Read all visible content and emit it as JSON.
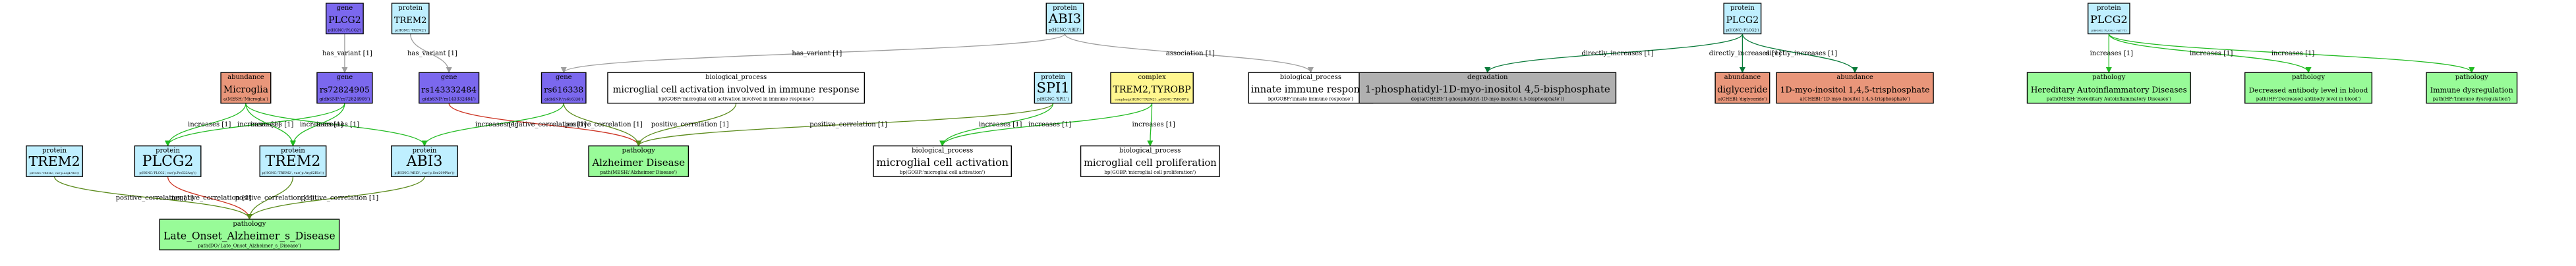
{
  "nodes": [
    {
      "id": "plcg2_top",
      "type": "gene",
      "label": "PLCG2",
      "sub": "p(HGNC:'PLCG2')",
      "color": "#7b68ee"
    },
    {
      "id": "trem2_top",
      "type": "protein",
      "label": "TREM2",
      "sub": "p(HGNC:'TREM2')",
      "color": "#bfefff"
    },
    {
      "id": "abi3_top",
      "type": "protein",
      "label": "ABI3",
      "sub": "p(HGNC:'ABI3')",
      "color": "#bfefff"
    },
    {
      "id": "microglia",
      "type": "abundance",
      "label": "Microglia",
      "sub": "a(MESH:'Microglia')",
      "color": "#e9967a"
    },
    {
      "id": "rs72824905",
      "type": "gene",
      "label": "rs72824905",
      "sub": "g(dbSNP:'rs72824905')",
      "color": "#7b68ee"
    },
    {
      "id": "rs143332484",
      "type": "gene",
      "label": "rs143332484",
      "sub": "g(dbSNP:'rs143332484')",
      "color": "#7b68ee"
    },
    {
      "id": "rs616338",
      "type": "gene",
      "label": "rs616338",
      "sub": "g(dbSNP:'rs616338')",
      "color": "#7b68ee"
    },
    {
      "id": "bp_mic_act_imm",
      "type": "biological_process",
      "label": "microglial cell activation involved in immune response",
      "sub": "bp(GOBP:'microglial cell activation involved in immune response')",
      "color": "#ffffff"
    },
    {
      "id": "sp1",
      "type": "protein",
      "label": "SPI1",
      "sub": "p(HGNC:'SPI1')",
      "color": "#bfefff"
    },
    {
      "id": "trem2_tyrobp",
      "type": "complex",
      "label": "TREM2,TYROBP",
      "sub": "complex(p(HGNC:'TREM2'), p(HGNC:'TYROBP'))",
      "color": "#fff68f"
    },
    {
      "id": "bp_innate",
      "type": "biological_process",
      "label": "innate immune response",
      "sub": "bp(GOBP:'innate immune response')",
      "color": "#ffffff"
    },
    {
      "id": "degradation",
      "type": "degradation",
      "label": "1-phosphatidyl-1D-myo-inositol 4,5-bisphosphate",
      "sub": "deg(a(CHEBI:'1-phosphatidyl-1D-myo-inositol 4,5-bisphosphate'))",
      "color": "#b0b0b0"
    },
    {
      "id": "plcg2_r",
      "type": "protein",
      "label": "PLCG2",
      "sub": "p(HGNC:'PLCG2')",
      "color": "#bfefff"
    },
    {
      "id": "diglyceride",
      "type": "abundance",
      "label": "diglyceride",
      "sub": "a(CHEBI:'diglyceride')",
      "color": "#e9967a"
    },
    {
      "id": "ip3",
      "type": "abundance",
      "label": "1D-myo-inositol 1,4,5-trisphosphate",
      "sub": "a(CHEBI:'1D-myo-inositol 1,4,5-trisphosphate')",
      "color": "#e9967a"
    },
    {
      "id": "plcg2_var",
      "type": "protein",
      "label": "PLCG2",
      "sub": "p(HGNC:'PLCG2', var('?'))",
      "color": "#bfefff"
    },
    {
      "id": "path_haid",
      "type": "pathology",
      "label": "Hereditary Autoinflammatory Diseases",
      "sub": "path(MESH:'Hereditary Autoinflammatory Diseases')",
      "color": "#98fb98"
    },
    {
      "id": "path_dab",
      "type": "pathology",
      "label": "Decreased antibody level in blood",
      "sub": "path(HP:'Decreased antibody level in blood')",
      "color": "#98fb98"
    },
    {
      "id": "path_immdys",
      "type": "pathology",
      "label": "Immune dysregulation",
      "sub": "path(HP:'Immune dysregulation')",
      "color": "#98fb98"
    },
    {
      "id": "trem2_l",
      "type": "protein",
      "label": "TREM2",
      "sub": "p(HGNC:'TREM2', var('p.Arg47His'))",
      "color": "#bfefff"
    },
    {
      "id": "plcg2_mid",
      "type": "protein",
      "label": "PLCG2",
      "sub": "p(HGNC:'PLCG2', var('p.Pro522Arg'))",
      "color": "#bfefff"
    },
    {
      "id": "trem2_mid",
      "type": "protein",
      "label": "TREM2",
      "sub": "p(HGNC:'TREM2', var('p.Arg62His'))",
      "color": "#bfefff"
    },
    {
      "id": "abi3_mid",
      "type": "protein",
      "label": "ABI3",
      "sub": "p(HGNC:'ABI3', var('p.Ser209Phe'))",
      "color": "#bfefff"
    },
    {
      "id": "path_ad",
      "type": "pathology",
      "label": "Alzheimer Disease",
      "sub": "path(MESH:'Alzheimer Disease')",
      "color": "#98fb98"
    },
    {
      "id": "bp_mic_act",
      "type": "biological_process",
      "label": "microglial cell activation",
      "sub": "bp(GOBP:'microglial cell activation')",
      "color": "#ffffff"
    },
    {
      "id": "bp_mic_prolif",
      "type": "biological_process",
      "label": "microglial cell proliferation",
      "sub": "bp(GOBP:'microglial cell proliferation')",
      "color": "#ffffff"
    },
    {
      "id": "path_load",
      "type": "pathology",
      "label": "Late_Onset_Alzheimer_s_Disease",
      "sub": "path(DO:'Late_Onset_Alzheimer_s_Disease')",
      "color": "#98fb98"
    }
  ],
  "edges": [
    {
      "from": "plcg2_top",
      "to": "rs72824905",
      "label": "has_variant [1]",
      "color": "#9e9e9e"
    },
    {
      "from": "trem2_top",
      "to": "rs143332484",
      "label": "has_variant [1]",
      "color": "#9e9e9e"
    },
    {
      "from": "abi3_top",
      "to": "rs616338",
      "label": "has_variant [1]",
      "color": "#9e9e9e"
    },
    {
      "from": "abi3_top",
      "to": "bp_innate",
      "label": "association [1]",
      "color": "#9e9e9e"
    },
    {
      "from": "microglia",
      "to": "plcg2_mid",
      "label": "increases [1]",
      "color": "#22bb22"
    },
    {
      "from": "microglia",
      "to": "trem2_mid",
      "label": "increases [1]",
      "color": "#22bb22"
    },
    {
      "from": "microglia",
      "to": "abi3_mid",
      "label": "increases [1]",
      "color": "#22bb22"
    },
    {
      "from": "rs72824905",
      "to": "plcg2_mid",
      "label": "increases [1]",
      "color": "#22bb22"
    },
    {
      "from": "rs72824905",
      "to": "trem2_mid",
      "label": "increases [1]",
      "color": "#22bb22"
    },
    {
      "from": "rs143332484",
      "to": "path_ad",
      "label": "negative_correlation [1]",
      "color": "#cc3322"
    },
    {
      "from": "rs616338",
      "to": "abi3_mid",
      "label": "increases [1]",
      "color": "#22bb22"
    },
    {
      "from": "rs616338",
      "to": "path_ad",
      "label": "positive_correlation [1]",
      "color": "#5a8a1a"
    },
    {
      "from": "bp_mic_act_imm",
      "to": "path_ad",
      "label": "positive_correlation [1]",
      "color": "#5a8a1a"
    },
    {
      "from": "sp1",
      "to": "path_ad",
      "label": "positive_correlation [1]",
      "color": "#5a8a1a"
    },
    {
      "from": "sp1",
      "to": "bp_mic_act",
      "label": "increases [1]",
      "color": "#22bb22"
    },
    {
      "from": "trem2_tyrobp",
      "to": "bp_mic_act",
      "label": "increases [1]",
      "color": "#22bb22"
    },
    {
      "from": "trem2_tyrobp",
      "to": "bp_mic_prolif",
      "label": "increases [1]",
      "color": "#22bb22"
    },
    {
      "from": "plcg2_r",
      "to": "degradation",
      "label": "directly_increases [1]",
      "color": "#0a7a3a"
    },
    {
      "from": "plcg2_r",
      "to": "diglyceride",
      "label": "directly_increases [1]",
      "color": "#0a7a3a"
    },
    {
      "from": "plcg2_r",
      "to": "ip3",
      "label": "directly_increases [1]",
      "color": "#0a7a3a"
    },
    {
      "from": "plcg2_var",
      "to": "path_haid",
      "label": "increases [1]",
      "color": "#22bb22"
    },
    {
      "from": "plcg2_var",
      "to": "path_dab",
      "label": "increases [1]",
      "color": "#22bb22"
    },
    {
      "from": "plcg2_var",
      "to": "path_immdys",
      "label": "increases [1]",
      "color": "#22bb22"
    },
    {
      "from": "trem2_l",
      "to": "path_load",
      "label": "positive_correlation [1]",
      "color": "#5a8a1a"
    },
    {
      "from": "plcg2_mid",
      "to": "path_load",
      "label": "negative_correlation [1]",
      "color": "#cc3322"
    },
    {
      "from": "trem2_mid",
      "to": "path_load",
      "label": "positive_correlation [1]",
      "color": "#5a8a1a"
    },
    {
      "from": "abi3_mid",
      "to": "path_load",
      "label": "positive_correlation [1]",
      "color": "#5a8a1a"
    }
  ]
}
